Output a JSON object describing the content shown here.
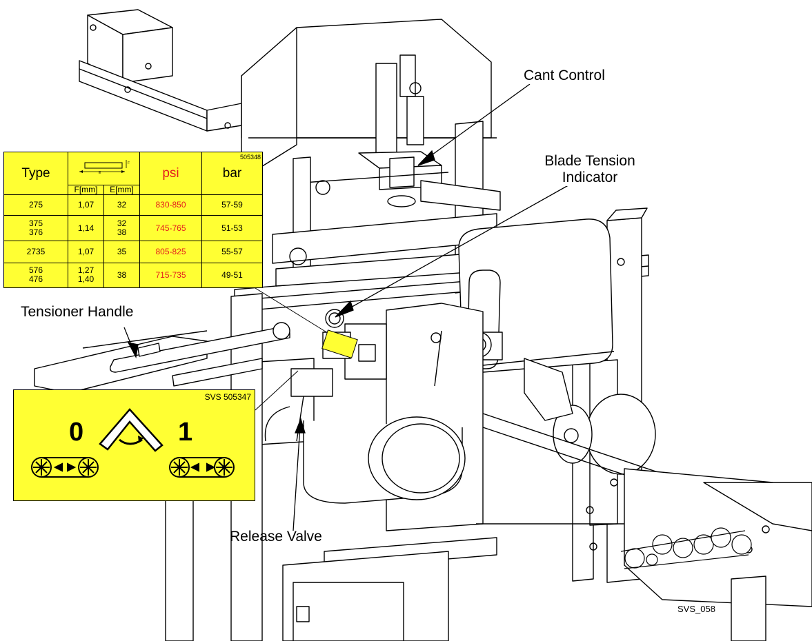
{
  "callouts": {
    "cant_control": "Cant Control",
    "blade_tension_line1": "Blade Tension",
    "blade_tension_line2": "Indicator",
    "tensioner_handle": "Tensioner Handle",
    "release_valve": "Release Valve"
  },
  "spec_table": {
    "part_no": "505348",
    "headers": {
      "type": "Type",
      "f": "F[mm]",
      "e": "E[mm]",
      "psi": "psi",
      "bar": "bar"
    },
    "dim_letters": {
      "e": "E",
      "f": "F"
    },
    "rows": [
      {
        "type": "275",
        "f": "1,07",
        "e": "32",
        "psi": "830-850",
        "bar": "57-59"
      },
      {
        "type": "375\n376",
        "f": "1,14",
        "e": "32\n38",
        "psi": "745-765",
        "bar": "51-53"
      },
      {
        "type": "2735",
        "f": "1,07",
        "e": "35",
        "psi": "805-825",
        "bar": "55-57"
      },
      {
        "type": "576\n476",
        "f": "1,27\n1,40",
        "e": "38",
        "psi": "715-735",
        "bar": "49-51"
      }
    ]
  },
  "tension_label": {
    "part_no": "SVS 505347",
    "off": "0",
    "on": "1"
  },
  "figure_id": "SVS_058",
  "colors": {
    "label_yellow": "#ffff33",
    "psi_red": "#e41e1e",
    "line": "#000000"
  }
}
